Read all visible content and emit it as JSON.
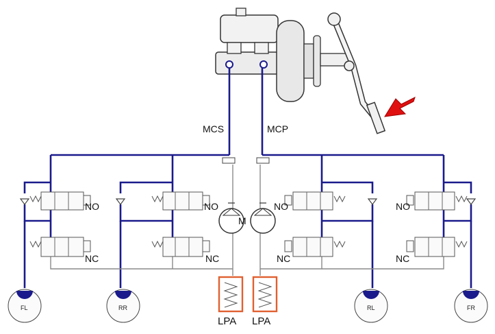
{
  "colors": {
    "hydraulic_line": "#1a1a8c",
    "return_line": "#8a8a8a",
    "accumulator": "#e06030",
    "pedal_arrow": "#e01010"
  },
  "labels": {
    "mcs": "MCS",
    "mcp": "MCP",
    "motor": "M",
    "no": "NO",
    "nc": "NC",
    "lpa": "LPA"
  },
  "wheels": {
    "fl": "FL",
    "rr": "RR",
    "rl": "RL",
    "fr": "FR"
  },
  "icons": {
    "master_cylinder": "master-cylinder-icon",
    "booster": "brake-booster-icon",
    "pedal": "brake-pedal-icon",
    "arrow": "press-arrow-icon"
  }
}
